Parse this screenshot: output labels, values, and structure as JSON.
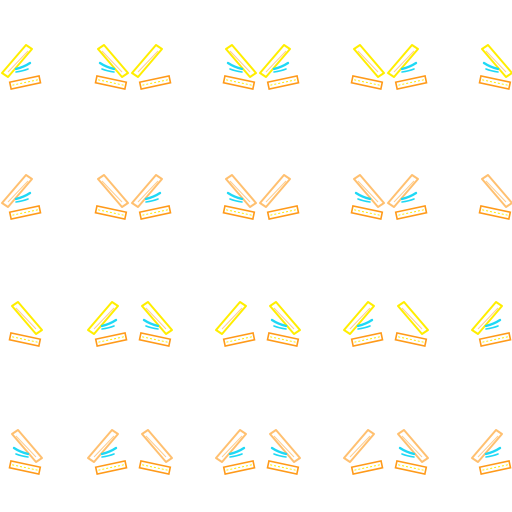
{
  "pattern": {
    "background": "#ffffff",
    "motif": "paired-slanted-frames",
    "rows": 4,
    "columns_per_row": 9,
    "colors": {
      "yellow": "#ffee00",
      "orange": "#ff9a1a",
      "cyan": "#1ed8f5",
      "peach": "#ffc070"
    }
  }
}
